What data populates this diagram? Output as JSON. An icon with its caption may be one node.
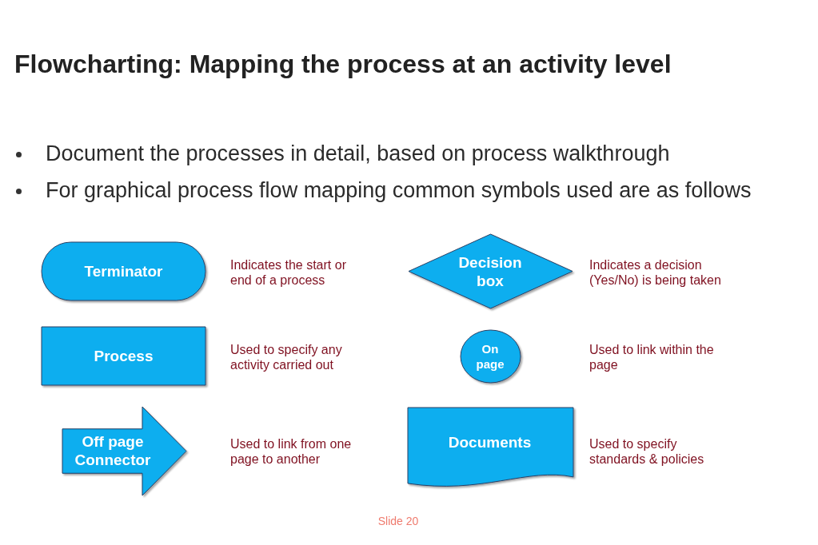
{
  "diagram": {
    "title": "Flowcharting: Mapping the process at an activity level",
    "nodes": [
      {
        "text": [
          "Terminator"
        ],
        "beside": [
          "Indicates the start or end of a process"
        ]
      },
      {
        "text": [
          "Process"
        ],
        "beside": [
          "Used to specify any activity carried out"
        ]
      },
      {
        "text": [
          "Off page Connector"
        ],
        "beside": [
          "Used to link from one page to another"
        ]
      },
      {
        "text": [
          "Decision box"
        ],
        "beside": [
          "Indicates a decision (Yes/No) is being taken"
        ]
      },
      {
        "text": [
          "On page"
        ]
      },
      {
        "text": [
          "Documents"
        ],
        "beside": [
          "Used to specify standards & policies"
        ]
      }
    ],
    "labels": [
      "Document the processes in detail, based on process walkthrough",
      "For graphical process flow mapping common symbols used are as follows",
      "Used to link within the page",
      "Slide 20"
    ]
  }
}
